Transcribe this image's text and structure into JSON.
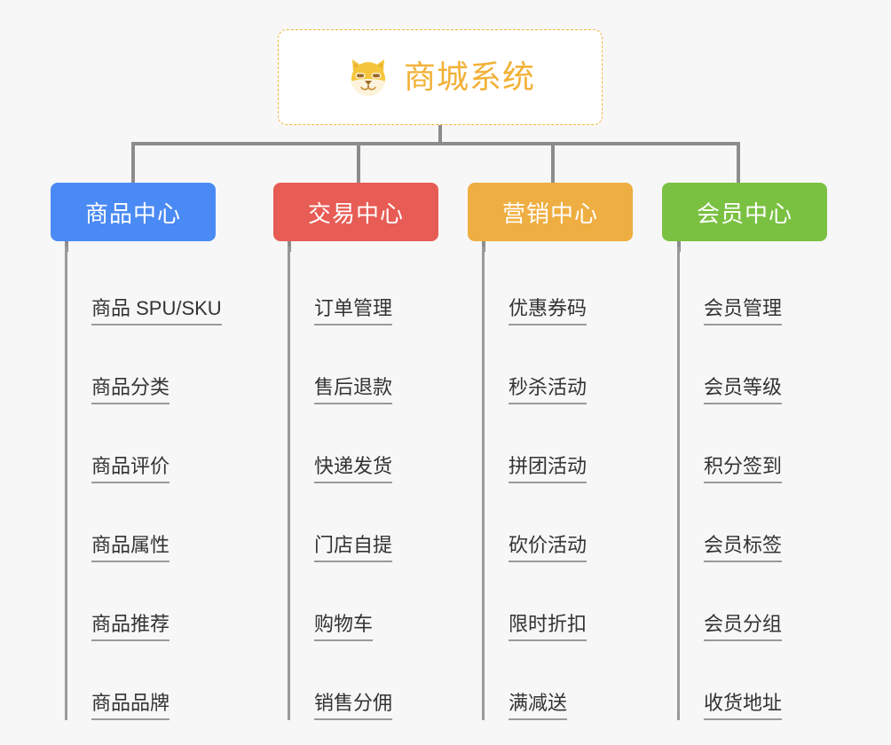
{
  "root": {
    "title": "商城系统",
    "icon": "shiba-dog-icon",
    "border_color": "#f0b63c",
    "text_color": "#f2b137"
  },
  "connector_color": "#8c8c8c",
  "page_background": "#f7f7f7",
  "columns": [
    {
      "title": "商品中心",
      "color": "#4a8af4",
      "items": [
        "商品 SPU/SKU",
        "商品分类",
        "商品评价",
        "商品属性",
        "商品推荐",
        "商品品牌"
      ]
    },
    {
      "title": "交易中心",
      "color": "#e75c55",
      "items": [
        "订单管理",
        "售后退款",
        "快递发货",
        "门店自提",
        "购物车",
        "销售分佣"
      ]
    },
    {
      "title": "营销中心",
      "color": "#efae41",
      "items": [
        "优惠券码",
        "秒杀活动",
        "拼团活动",
        "砍价活动",
        "限时折扣",
        "满减送"
      ]
    },
    {
      "title": "会员中心",
      "color": "#7ac142",
      "items": [
        "会员管理",
        "会员等级",
        "积分签到",
        "会员标签",
        "会员分组",
        "收货地址"
      ]
    }
  ]
}
